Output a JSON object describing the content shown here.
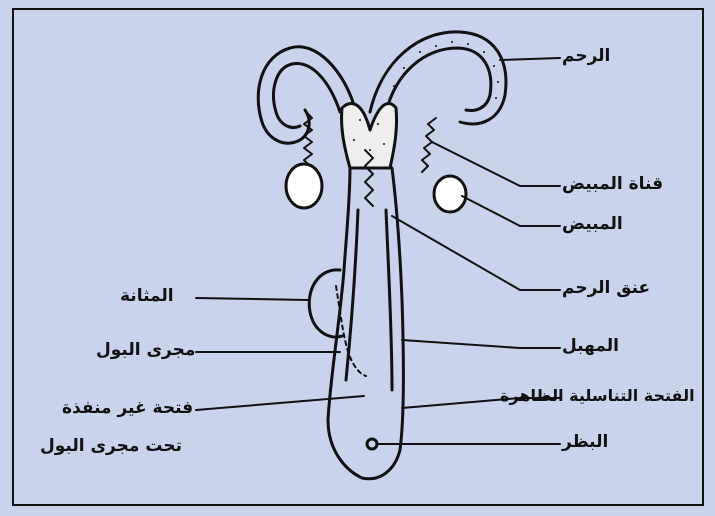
{
  "labels": {
    "uterus": "الرحم",
    "oviduct": "قناة المبيض",
    "ovary": "المبيض",
    "cervix": "عنق الرحم",
    "vagina": "المهبل",
    "vulva_opening": "الفتحة التناسلية الظاهرة",
    "clitoris": "البظر",
    "bladder": "المثانة",
    "urethra": "مجرى البول",
    "blind_opening_line1": "فتحة غير منفذة",
    "blind_opening_line2": "تحت مجرى البول"
  },
  "colors": {
    "background": "#c9d3ec",
    "ink": "#111111",
    "uterus_fill": "#f2f2f2"
  }
}
